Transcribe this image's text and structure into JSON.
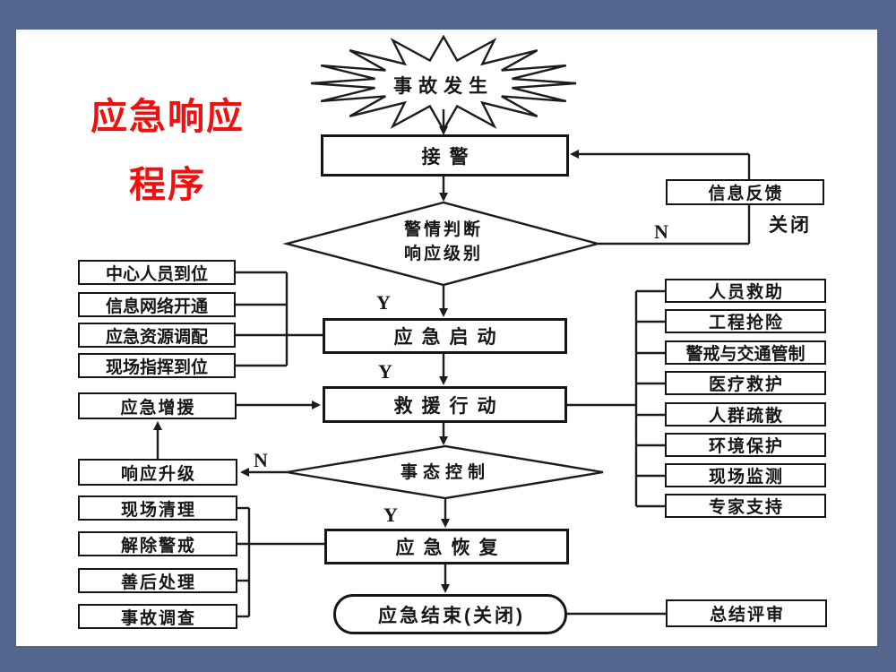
{
  "title": {
    "line1": "应急响应",
    "line2": "程序",
    "color": "#f01010"
  },
  "nodes": {
    "start_burst": "事故发生",
    "receive_alarm": "接警",
    "info_feedback": "信息反馈",
    "decision_alarm_line1": "警情判断",
    "decision_alarm_line2": "响应级别",
    "emergency_launch": "应急启动",
    "rescue_action": "救援行动",
    "decision_control": "事态控制",
    "emergency_recovery": "应急恢复",
    "emergency_end": "应急结束(关闭)",
    "summary_review": "总结评审",
    "emergency_reinforce": "应急增援",
    "response_upgrade": "响应升级"
  },
  "edge_labels": {
    "y1": "Y",
    "y2": "Y",
    "y3": "Y",
    "n_top": "N",
    "n_left": "N",
    "close": "关闭"
  },
  "left_top_boxes": [
    "中心人员到位",
    "信息网络开通",
    "应急资源调配",
    "现场指挥到位"
  ],
  "left_bottom_boxes": [
    "现场清理",
    "解除警戒",
    "善后处理",
    "事故调查"
  ],
  "right_boxes": [
    "人员救助",
    "工程抢险",
    "警戒与交通管制",
    "医疗救护",
    "人群疏散",
    "环境保护",
    "现场监测",
    "专家支持"
  ],
  "colors": {
    "frame": "#53658c",
    "line": "#1c1c1c",
    "text": "#161616",
    "title_red": "#f01010"
  }
}
